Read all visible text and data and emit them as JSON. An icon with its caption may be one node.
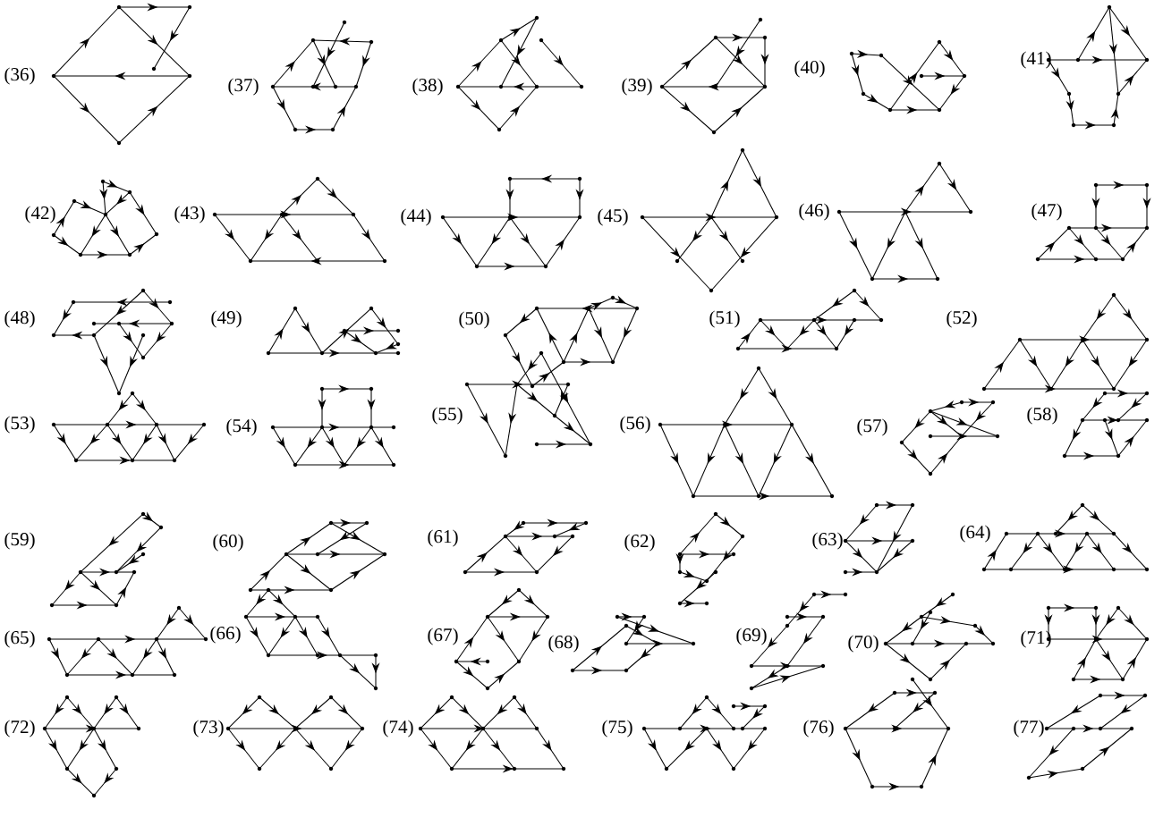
{
  "diagram": {
    "labels": [
      "(36)",
      "(37)",
      "(38)",
      "(39)",
      "(40)",
      "(41)",
      "(42)",
      "(43)",
      "(44)",
      "(45)",
      "(46)",
      "(47)",
      "(48)",
      "(49)",
      "(50)",
      "(51)",
      "(52)",
      "(53)",
      "(54)",
      "(55)",
      "(56)",
      "(57)",
      "(58)",
      "(59)",
      "(60)",
      "(61)",
      "(62)",
      "(63)",
      "(64)",
      "(65)",
      "(66)",
      "(67)",
      "(68)",
      "(69)",
      "(70)",
      "(71)",
      "(72)",
      "(73)",
      "(74)",
      "(75)",
      "(76)",
      "(77)"
    ]
  }
}
